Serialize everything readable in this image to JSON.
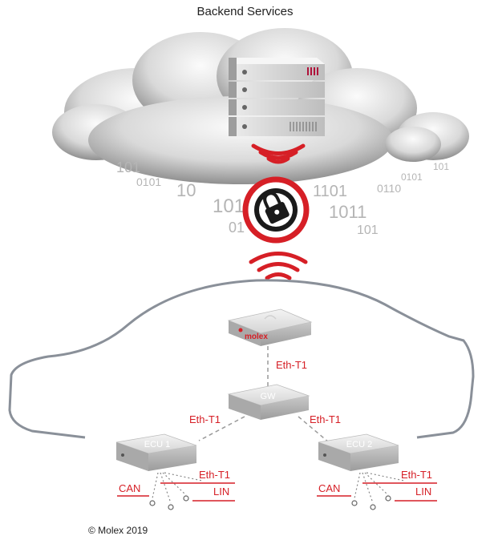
{
  "header": {
    "title": "Backend Services"
  },
  "cloud": {
    "binary_text": [
      "101",
      "0101",
      "10",
      "1101",
      "01",
      "101",
      "1011",
      "0110"
    ]
  },
  "devices": {
    "molex_unit": {
      "brand": "molex"
    },
    "gateway": {
      "label": "GW"
    },
    "ecu1": {
      "label": "ECU 1"
    },
    "ecu2": {
      "label": "ECU 2"
    }
  },
  "links": {
    "molex_gw": "Eth-T1",
    "gw_ecu1": "Eth-T1",
    "gw_ecu2": "Eth-T1"
  },
  "ecu1_bus": {
    "eth": "Eth-T1",
    "can": "CAN",
    "lin": "LIN"
  },
  "ecu2_bus": {
    "eth": "Eth-T1",
    "can": "CAN",
    "lin": "LIN"
  },
  "footer": {
    "copyright": "© Molex 2019"
  },
  "colors": {
    "accent_red": "#d61f26",
    "link_gray": "#9a9a9a",
    "car_outline": "#8a9099"
  }
}
